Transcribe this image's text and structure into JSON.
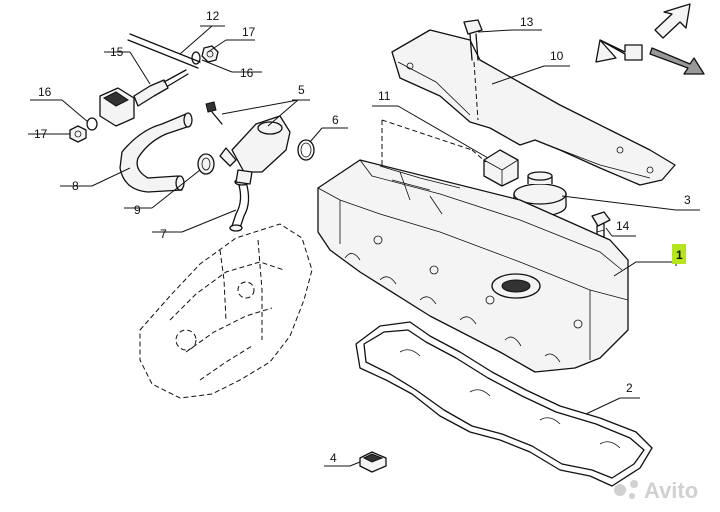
{
  "callouts": {
    "c1": "1",
    "c2": "2",
    "c3": "3",
    "c4": "4",
    "c5": "5",
    "c6": "6",
    "c7": "7",
    "c8": "8",
    "c9": "9",
    "c10": "10",
    "c11": "11",
    "c12": "12",
    "c13": "13",
    "c14": "14",
    "c15": "15",
    "c16a": "16",
    "c16b": "16",
    "c17a": "17",
    "c17b": "17"
  },
  "highlight_color": "#b5e61d",
  "watermark": {
    "brand": "Avito"
  }
}
